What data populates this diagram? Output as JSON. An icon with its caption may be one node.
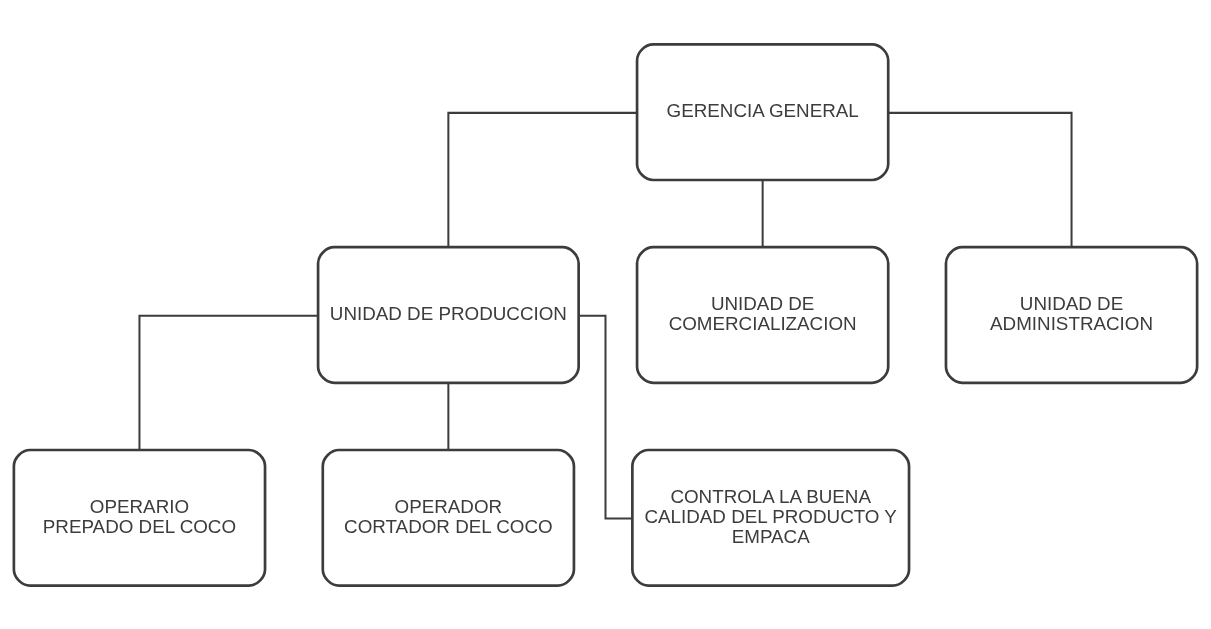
{
  "diagram": {
    "nodes": [
      {
        "text": [
          "GERENCIA GENERAL"
        ]
      },
      {
        "text": [
          "UNIDAD DE PRODUCCION"
        ]
      },
      {
        "text": [
          "UNIDAD DE COMERCIALIZACION"
        ]
      },
      {
        "text": [
          "UNIDAD DE ADMINISTRACION"
        ]
      },
      {
        "text": [
          "OPERARIO",
          "PREPADO DEL COCO"
        ]
      },
      {
        "text": [
          "OPERADOR",
          "CORTADOR DEL COCO"
        ]
      },
      {
        "text": [
          "CONTROLA LA BUENA CALIDAD DEL PRODUCTO Y EMPACA"
        ]
      }
    ],
    "edges": [
      {
        "from": 0,
        "to": 1,
        "arrow": "none"
      },
      {
        "from": 0,
        "to": 2,
        "arrow": "none"
      },
      {
        "from": 0,
        "to": 3,
        "arrow": "none"
      },
      {
        "from": 1,
        "to": 4,
        "arrow": "none"
      },
      {
        "from": 1,
        "to": 5,
        "arrow": "none"
      },
      {
        "from": 1,
        "to": 6,
        "arrow": "none"
      }
    ]
  }
}
